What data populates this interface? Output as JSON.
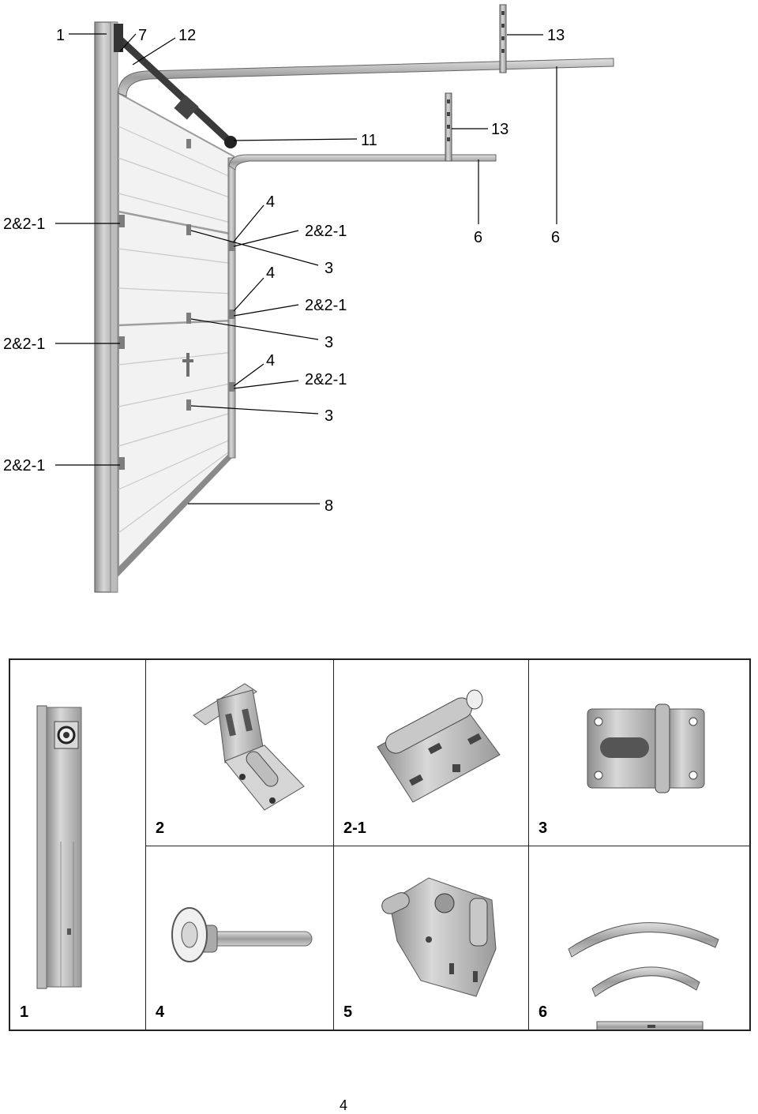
{
  "diagram": {
    "callouts": {
      "c1": "1",
      "c7": "7",
      "c12": "12",
      "c13a": "13",
      "c13b": "13",
      "c11": "11",
      "c4a": "4",
      "c4b": "4",
      "c4c": "4",
      "c221_left_a": "2&2-1",
      "c221_left_b": "2&2-1",
      "c221_left_c": "2&2-1",
      "c221_right_a": "2&2-1",
      "c221_right_b": "2&2-1",
      "c221_right_c": "2&2-1",
      "c3a": "3",
      "c3b": "3",
      "c3c": "3",
      "c6a": "6",
      "c6b": "6",
      "c8": "8"
    }
  },
  "parts": [
    {
      "label": "1",
      "icon": "vertical-track-icon"
    },
    {
      "label": "2",
      "icon": "bottom-bracket-icon"
    },
    {
      "label": "2-1",
      "icon": "side-hinge-icon"
    },
    {
      "label": "3",
      "icon": "center-hinge-icon"
    },
    {
      "label": "4",
      "icon": "roller-icon"
    },
    {
      "label": "5",
      "icon": "top-roller-bracket-icon"
    },
    {
      "label": "6",
      "icon": "curved-track-icon"
    }
  ],
  "page_number": "4"
}
